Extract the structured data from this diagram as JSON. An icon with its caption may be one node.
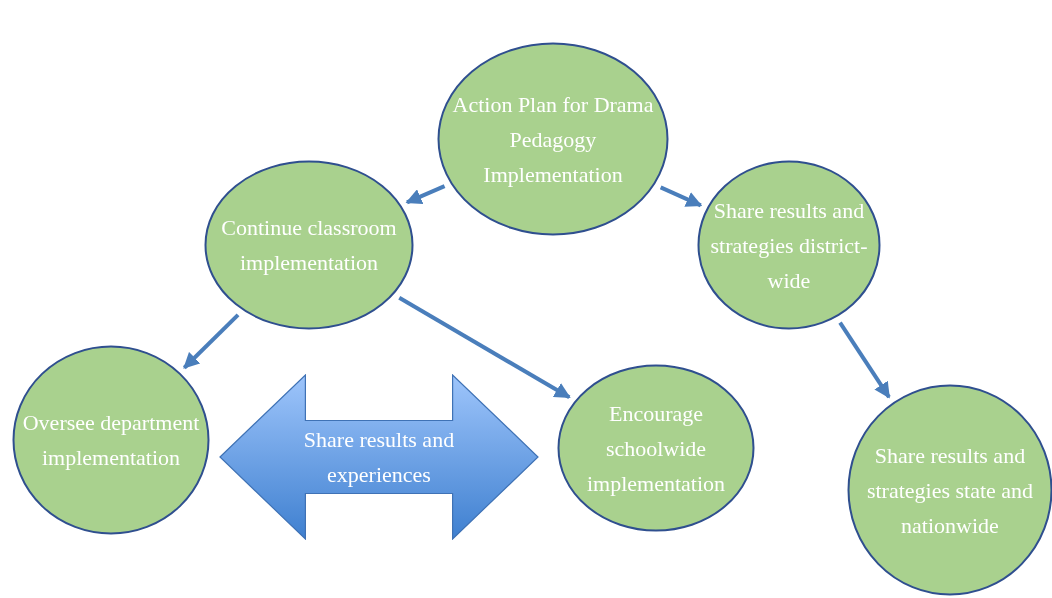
{
  "diagram": {
    "nodes": [
      {
        "text": [
          "Action Plan for Drama Pedagogy Implementation"
        ]
      },
      {
        "text": [
          "Continue classroom implementation"
        ]
      },
      {
        "text": [
          "Share results and strategies district-wide"
        ]
      },
      {
        "text": [
          "Oversee department implementation"
        ]
      },
      {
        "text": [
          "Share results and experiences"
        ]
      },
      {
        "text": [
          "Encourage schoolwide implementation"
        ]
      },
      {
        "text": [
          "Share results and strategies state and nationwide"
        ]
      }
    ],
    "edges": [
      {
        "from": 0,
        "to": 1,
        "arrow": "to"
      },
      {
        "from": 0,
        "to": 2,
        "arrow": "to"
      },
      {
        "from": 1,
        "to": 3,
        "arrow": "to"
      },
      {
        "from": 1,
        "to": 5,
        "arrow": "to"
      },
      {
        "from": 2,
        "to": 6,
        "arrow": "to"
      }
    ]
  }
}
